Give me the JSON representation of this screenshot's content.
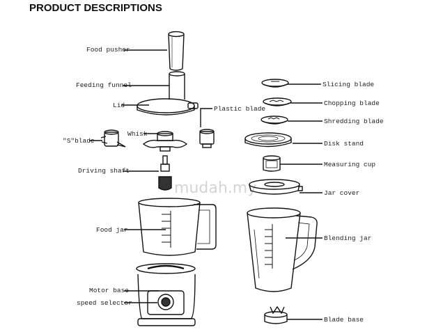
{
  "title": "PRODUCT DESCRIPTIONS",
  "watermark": "mudah.my",
  "labels": {
    "food_pusher": "Food pusher",
    "feeding_funnel": "Feeding funnel",
    "lid": "Lid",
    "plastic_blade": "Plastic blade",
    "s_blade": "\"S\"blade",
    "whisk": "Whisk",
    "driving_shaft": "Driving shaft",
    "food_jar": "Food jar",
    "motor_base": "Motor base",
    "speed_selector": "speed selector",
    "slicing_blade": "Slicing blade",
    "chopping_blade": "Chopping blade",
    "shredding_blade": "Shredding blade",
    "disk_stand": "Disk stand",
    "measuring_cup": "Measuring cup",
    "jar_cover": "Jar cover",
    "blending_jar": "Blending jar",
    "blade_base": "Blade base"
  }
}
